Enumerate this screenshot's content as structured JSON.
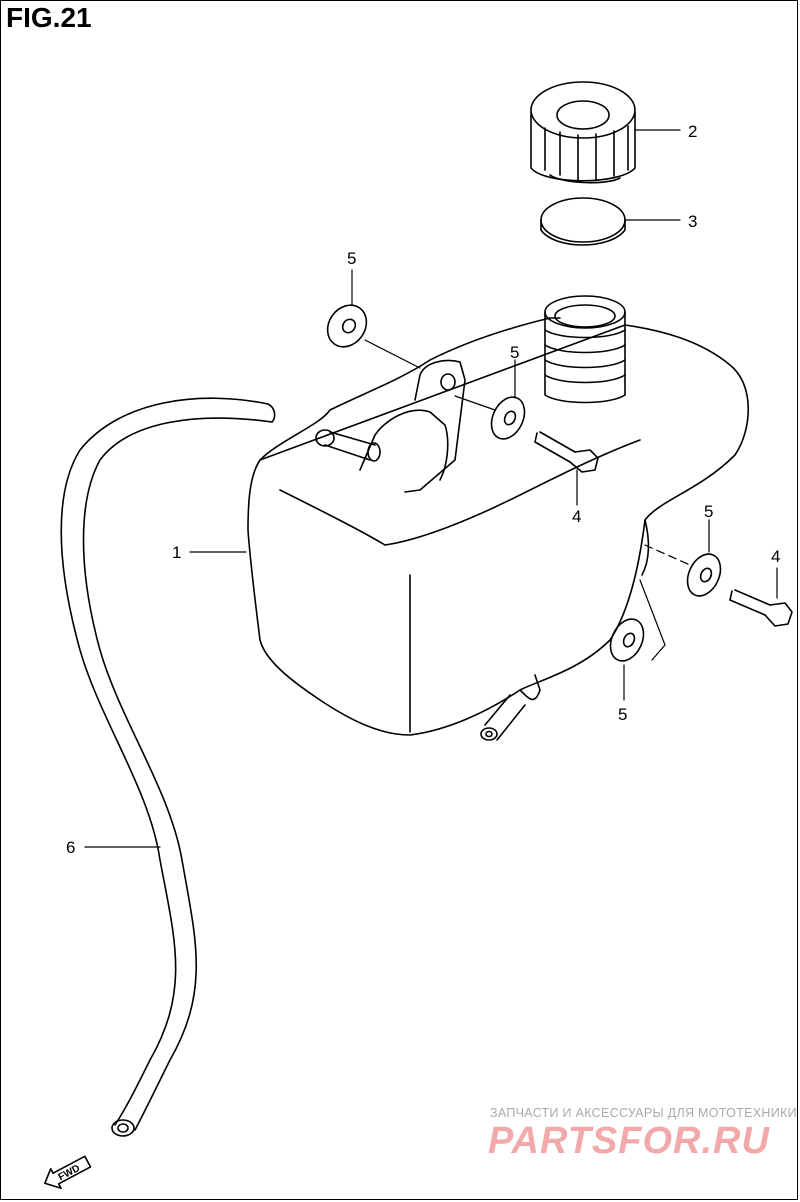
{
  "figure": {
    "title": "FIG.21"
  },
  "callouts": [
    {
      "id": "c1",
      "label": "1"
    },
    {
      "id": "c2",
      "label": "2"
    },
    {
      "id": "c3",
      "label": "3"
    },
    {
      "id": "c4a",
      "label": "4"
    },
    {
      "id": "c4b",
      "label": "4"
    },
    {
      "id": "c5a",
      "label": "5"
    },
    {
      "id": "c5b",
      "label": "5"
    },
    {
      "id": "c5c",
      "label": "5"
    },
    {
      "id": "c5d",
      "label": "5"
    },
    {
      "id": "c6",
      "label": "6"
    }
  ],
  "direction_marker": {
    "text": "FWD"
  },
  "watermark": {
    "tagline": "ЗАПЧАСТИ И АКСЕССУАРЫ ДЛЯ МОТОТЕХНИКИ",
    "brand": "PARTSFOR.RU",
    "color": "#f2a9aa"
  }
}
